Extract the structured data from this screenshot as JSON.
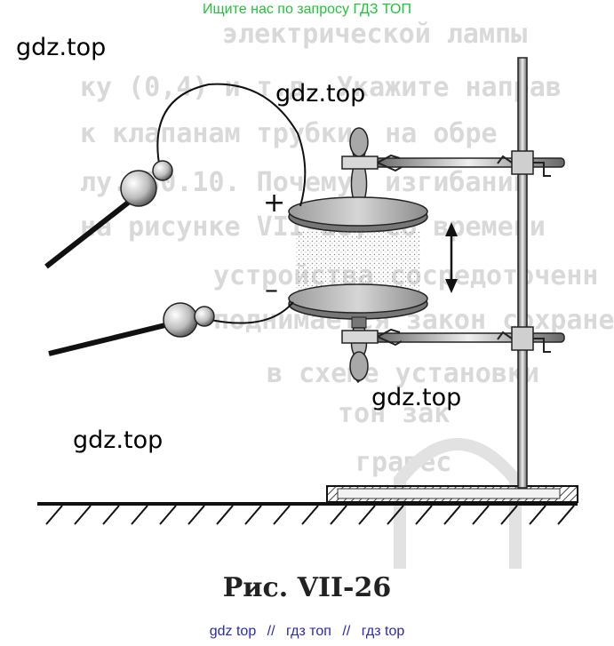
{
  "banner": {
    "text": "Ищите нас по запросу ГДЗ ТОП",
    "color": "#22c33a"
  },
  "watermarks": [
    {
      "id": "wm1",
      "text": "gdz.top"
    },
    {
      "id": "wm2",
      "text": "gdz.top"
    },
    {
      "id": "wm3",
      "text": "gdz.top"
    },
    {
      "id": "wm4",
      "text": "gdz.top"
    }
  ],
  "diagram": {
    "plus_sign": "+",
    "minus_sign": "–"
  },
  "caption": {
    "text": "Рис.  VII-26"
  },
  "footer": {
    "links": [
      "gdz top",
      "гдз топ",
      "гдз top"
    ],
    "separator": "//",
    "color": "#2a2ab0"
  }
}
